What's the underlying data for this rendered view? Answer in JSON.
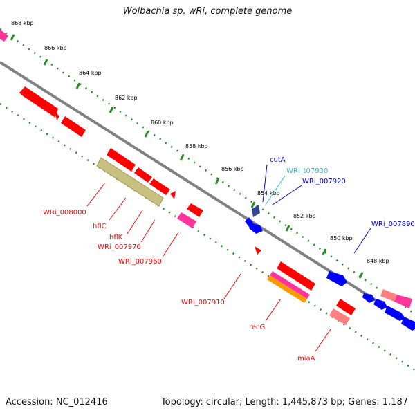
{
  "title": "Wolbachia sp. wRi, complete genome",
  "footer": {
    "accession": "Accession: NC_012416",
    "stats": "Topology: circular; Length: 1,445,873 bp; Genes: 1,187"
  },
  "colors": {
    "backbone": "#808080",
    "ticks": "#228b22",
    "reverse_gene": "#ff0000",
    "forward_gene": "#0000ff",
    "rna_label": "#33bbcc",
    "pink_gene": "#ff3399",
    "orange_gene": "#ff9900",
    "olive_gene": "#c8c080"
  },
  "ruler": [
    "868 kbp",
    "866 kbp",
    "864 kbp",
    "862 kbp",
    "860 kbp",
    "858 kbp",
    "856 kbp",
    "854 kbp",
    "852 kbp",
    "850 kbp",
    "848 kbp"
  ],
  "labels": {
    "WRi_008000": "WRi_008000",
    "hflC": "hflC",
    "hflK": "hflK",
    "WRi_007970": "WRi_007970",
    "WRi_007960": "WRi_007960",
    "WRi_007910": "WRi_007910",
    "recG": "recG",
    "miaA": "miaA",
    "cutA": "cutA",
    "WRi_t07930": "WRi_t07930",
    "WRi_007920": "WRi_007920",
    "WRi_007890": "WRi_007890"
  }
}
